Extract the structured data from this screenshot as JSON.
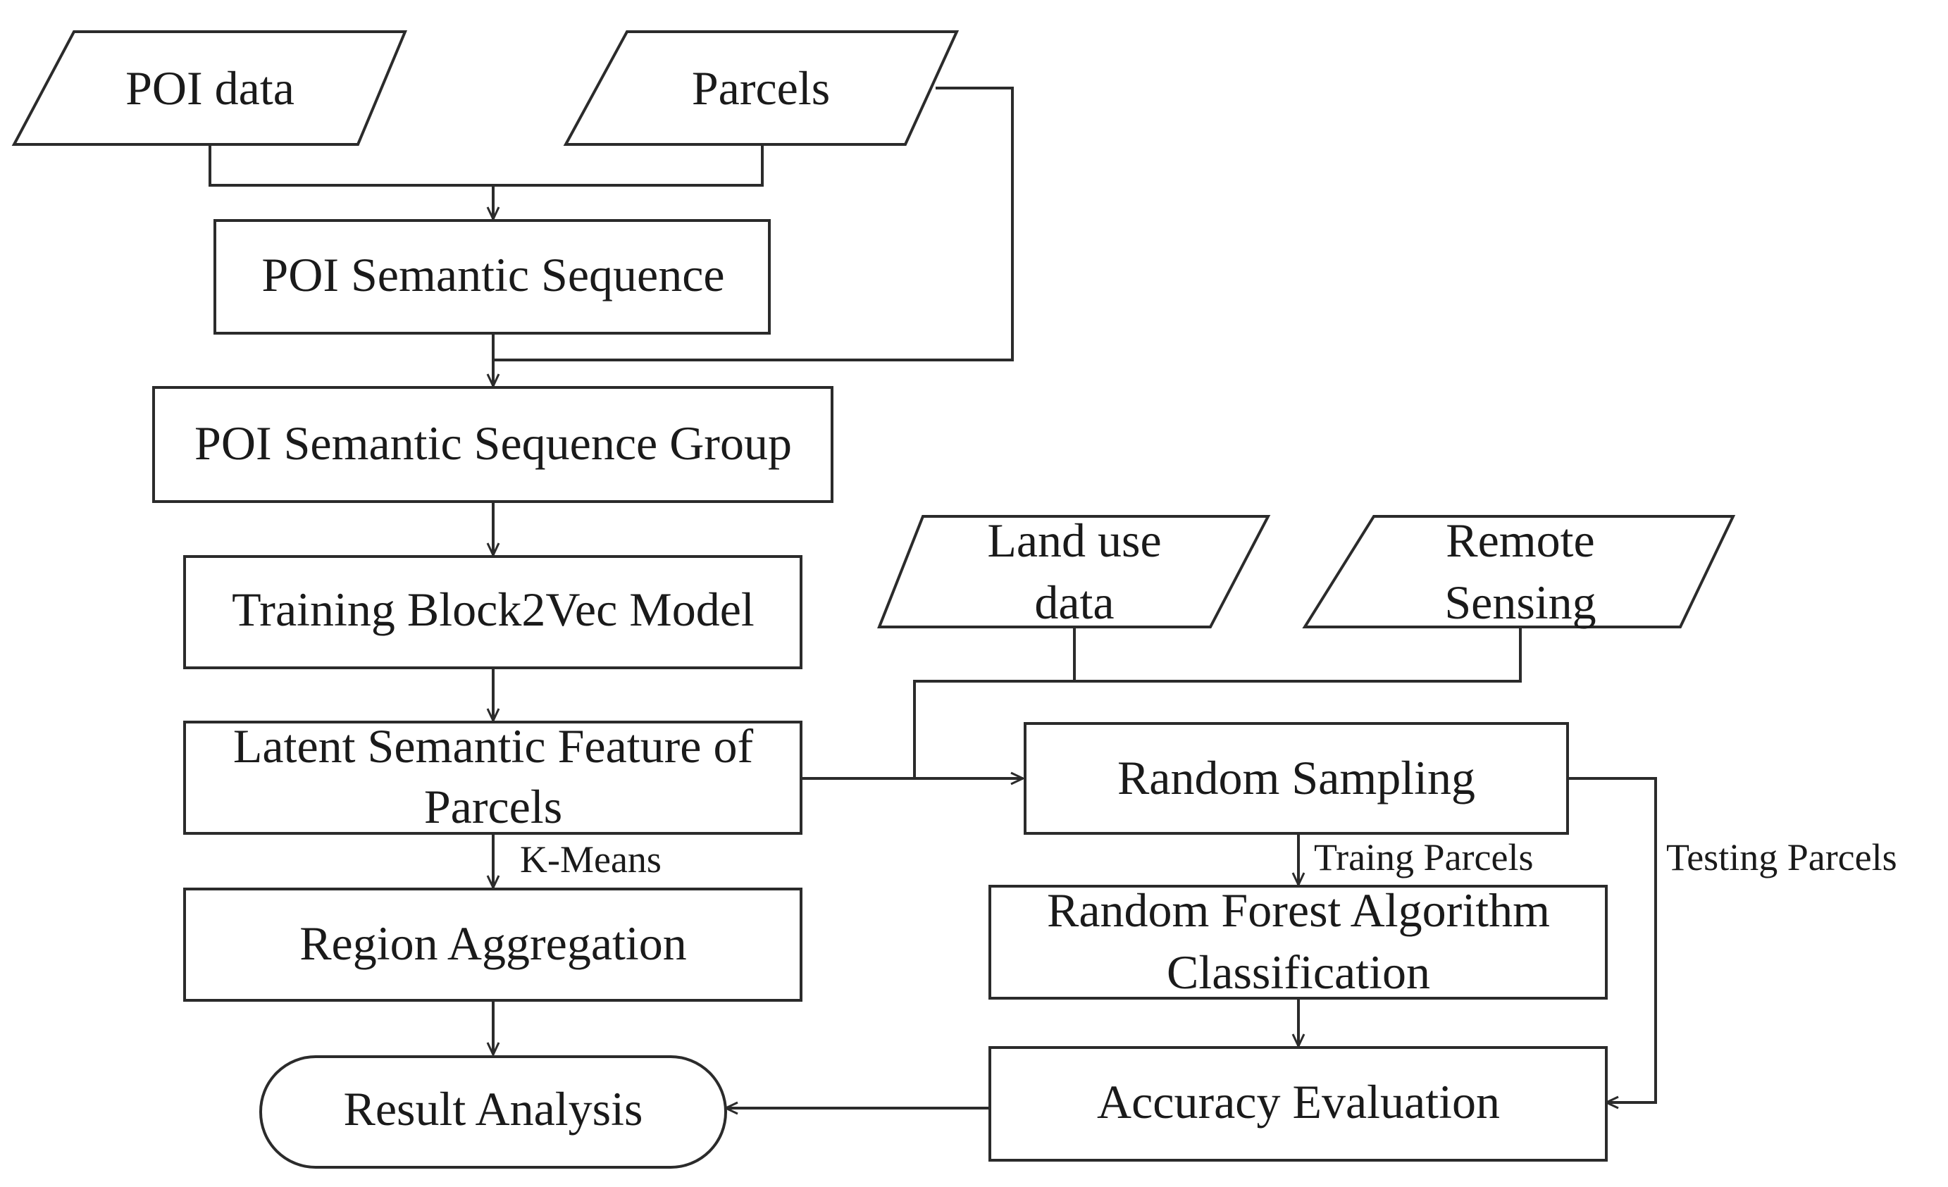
{
  "nodes": {
    "poi_data": "POI data",
    "parcels": "Parcels",
    "poi_semantic_sequence": "POI Semantic Sequence",
    "poi_semantic_sequence_group": "POI Semantic Sequence Group",
    "training_block2vec": "Training Block2Vec Model",
    "latent_feature_line1": "Latent Semantic Feature of",
    "latent_feature_line2": "Parcels",
    "region_aggregation": "Region Aggregation",
    "result_analysis": "Result Analysis",
    "land_use_line1": "Land use",
    "land_use_line2": "data",
    "remote_sensing_line1": "Remote",
    "remote_sensing_line2": "Sensing",
    "random_sampling": "Random Sampling",
    "random_forest_line1": "Random Forest Algorithm",
    "random_forest_line2": "Classification",
    "accuracy_evaluation": "Accuracy Evaluation"
  },
  "edge_labels": {
    "kmeans": "K-Means",
    "training_parcels": "Traing Parcels",
    "testing_parcels": "Testing Parcels"
  },
  "colors": {
    "stroke": "#2b2b2b",
    "text": "#1a1a1a",
    "background": "#ffffff"
  }
}
